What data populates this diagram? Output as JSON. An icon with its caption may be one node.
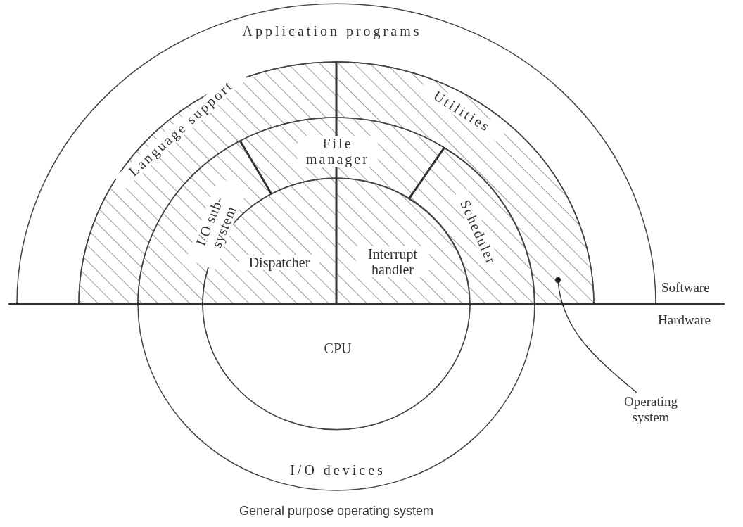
{
  "diagram": {
    "caption": "General purpose operating system",
    "nodes": [
      {
        "text": [
          "Application programs"
        ]
      },
      {
        "text": [
          "Language support"
        ]
      },
      {
        "text": [
          "Utilities"
        ]
      },
      {
        "text": [
          "I/O sub-system"
        ]
      },
      {
        "text": [
          "File manager"
        ]
      },
      {
        "text": [
          "Scheduler"
        ]
      },
      {
        "text": [
          "Dispatcher"
        ]
      },
      {
        "text": [
          "Interrupt handler"
        ]
      },
      {
        "text": [
          "CPU"
        ]
      },
      {
        "text": [
          "I/O devices"
        ]
      },
      {
        "text": [
          "Operating system"
        ]
      }
    ],
    "edges": [
      {
        "from": 10,
        "to": 2,
        "arrow": "other"
      }
    ],
    "labels": [
      "Software",
      "Hardware"
    ]
  }
}
